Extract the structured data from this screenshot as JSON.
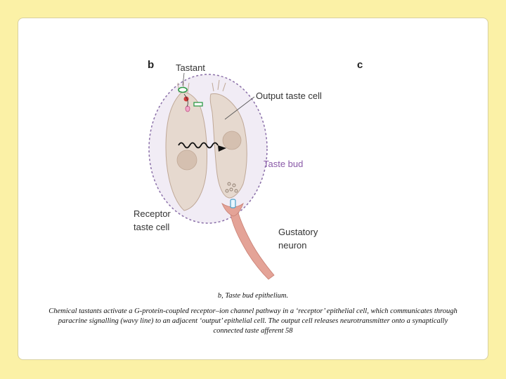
{
  "diagram": {
    "panel_b": "b",
    "panel_c": "c",
    "labels": {
      "tastant": "Tastant",
      "output_taste_cell": "Output taste cell",
      "taste_bud": "Taste bud",
      "receptor_line1": "Receptor",
      "receptor_line2": "taste cell",
      "gustatory_line1": "Gustatory",
      "gustatory_line2": "neuron"
    },
    "colors": {
      "bud_fill": "#f1ecf5",
      "bud_outline": "#8a6fa8",
      "cell_fill": "#e6d9cf",
      "nucleus": "#d5c0b0",
      "neuron": "#e4a397",
      "taste_bud_label": "#8a5aa8",
      "receptor_green": "#2f9a47",
      "receptor_red": "#d23a3a"
    }
  },
  "caption": {
    "title": "b, Taste bud epithelium.",
    "body": "Chemical tastants activate a G-protein-coupled receptor–ion channel pathway in a ‘receptor’ epithelial cell, which communicates through paracrine signalling (wavy line) to an adjacent ‘output’ epithelial cell. The output cell releases neurotransmitter onto a synaptically connected taste afferent 58"
  }
}
